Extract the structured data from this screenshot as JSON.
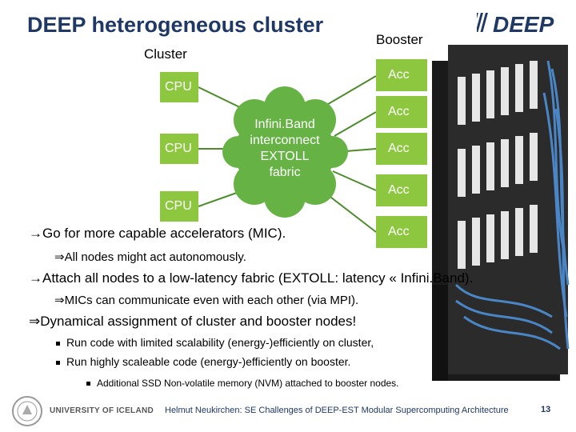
{
  "title": "DEEP heterogeneous cluster",
  "cluster_label": "Cluster",
  "booster_label": "Booster",
  "cpu_nodes": [
    "CPU",
    "CPU",
    "CPU"
  ],
  "acc_nodes": [
    "Acc",
    "Acc",
    "Acc",
    "Acc",
    "Acc"
  ],
  "interconnect_lines": [
    "Infini.Band",
    "interconnect",
    "EXTOLL",
    "fabric"
  ],
  "bullets": {
    "go_more_capable": "→Go for more capable accelerators (MIC).",
    "all_nodes_autonomous": "⇒All nodes might act autonomously.",
    "attach_nodes": "→Attach all nodes to a low-latency fabric (EXTOLL: latency « Infini.Band).",
    "mics_communicate": "⇒MICs can communicate even with each other (via MPI).",
    "dynamical_assignment": "⇒Dynamical assignment of cluster and booster nodes!",
    "run_limited": "Run code with limited scalability (energy-)efficiently on cluster,",
    "run_highly": "Run highly scaleable code (energy-)efficiently on booster.",
    "additional_ssd": "Additional SSD Non-volatile memory (NVM) attached to booster nodes."
  },
  "footer": {
    "university": "UNIVERSITY OF ICELAND",
    "text": "Helmut Neukirchen: SE Challenges of DEEP-EST Modular Supercomputing Architecture",
    "page": "13"
  },
  "logo_text": "DEEP",
  "colors": {
    "title": "#1f3864",
    "node_green": "#8dc63f",
    "cloud_green": "#66b245",
    "link_green": "#4c8c2b"
  },
  "icons": [
    "deep-logo-icon",
    "university-seal-icon",
    "square-bullet-icon"
  ]
}
